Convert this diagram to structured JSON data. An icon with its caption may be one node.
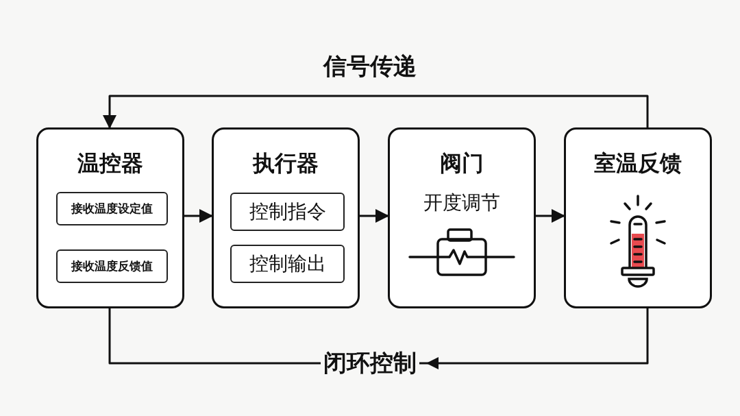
{
  "diagram": {
    "nodes": [
      {
        "text": [
          "温控器"
        ]
      },
      {
        "text": [
          "接收温度设定值"
        ],
        "in": 0
      },
      {
        "text": [
          "接收温度反馈值"
        ],
        "in": 0
      },
      {
        "text": [
          "执行器"
        ]
      },
      {
        "text": [
          "控制指令"
        ],
        "in": 3
      },
      {
        "text": [
          "控制输出"
        ],
        "in": 3
      },
      {
        "text": [
          "阀门",
          "开度调节"
        ]
      },
      {
        "text": [
          "室温反馈"
        ]
      }
    ],
    "edges": [
      {
        "from": 0,
        "to": 3,
        "arrow": "to"
      },
      {
        "from": 3,
        "to": 6,
        "arrow": "to"
      },
      {
        "from": 6,
        "to": 7,
        "arrow": "to"
      },
      {
        "from": 7,
        "to": 0,
        "arrow": "to",
        "label": "信号传递"
      },
      {
        "from": 7,
        "to": 0,
        "arrow": "to",
        "label": "闭环控制"
      }
    ]
  }
}
